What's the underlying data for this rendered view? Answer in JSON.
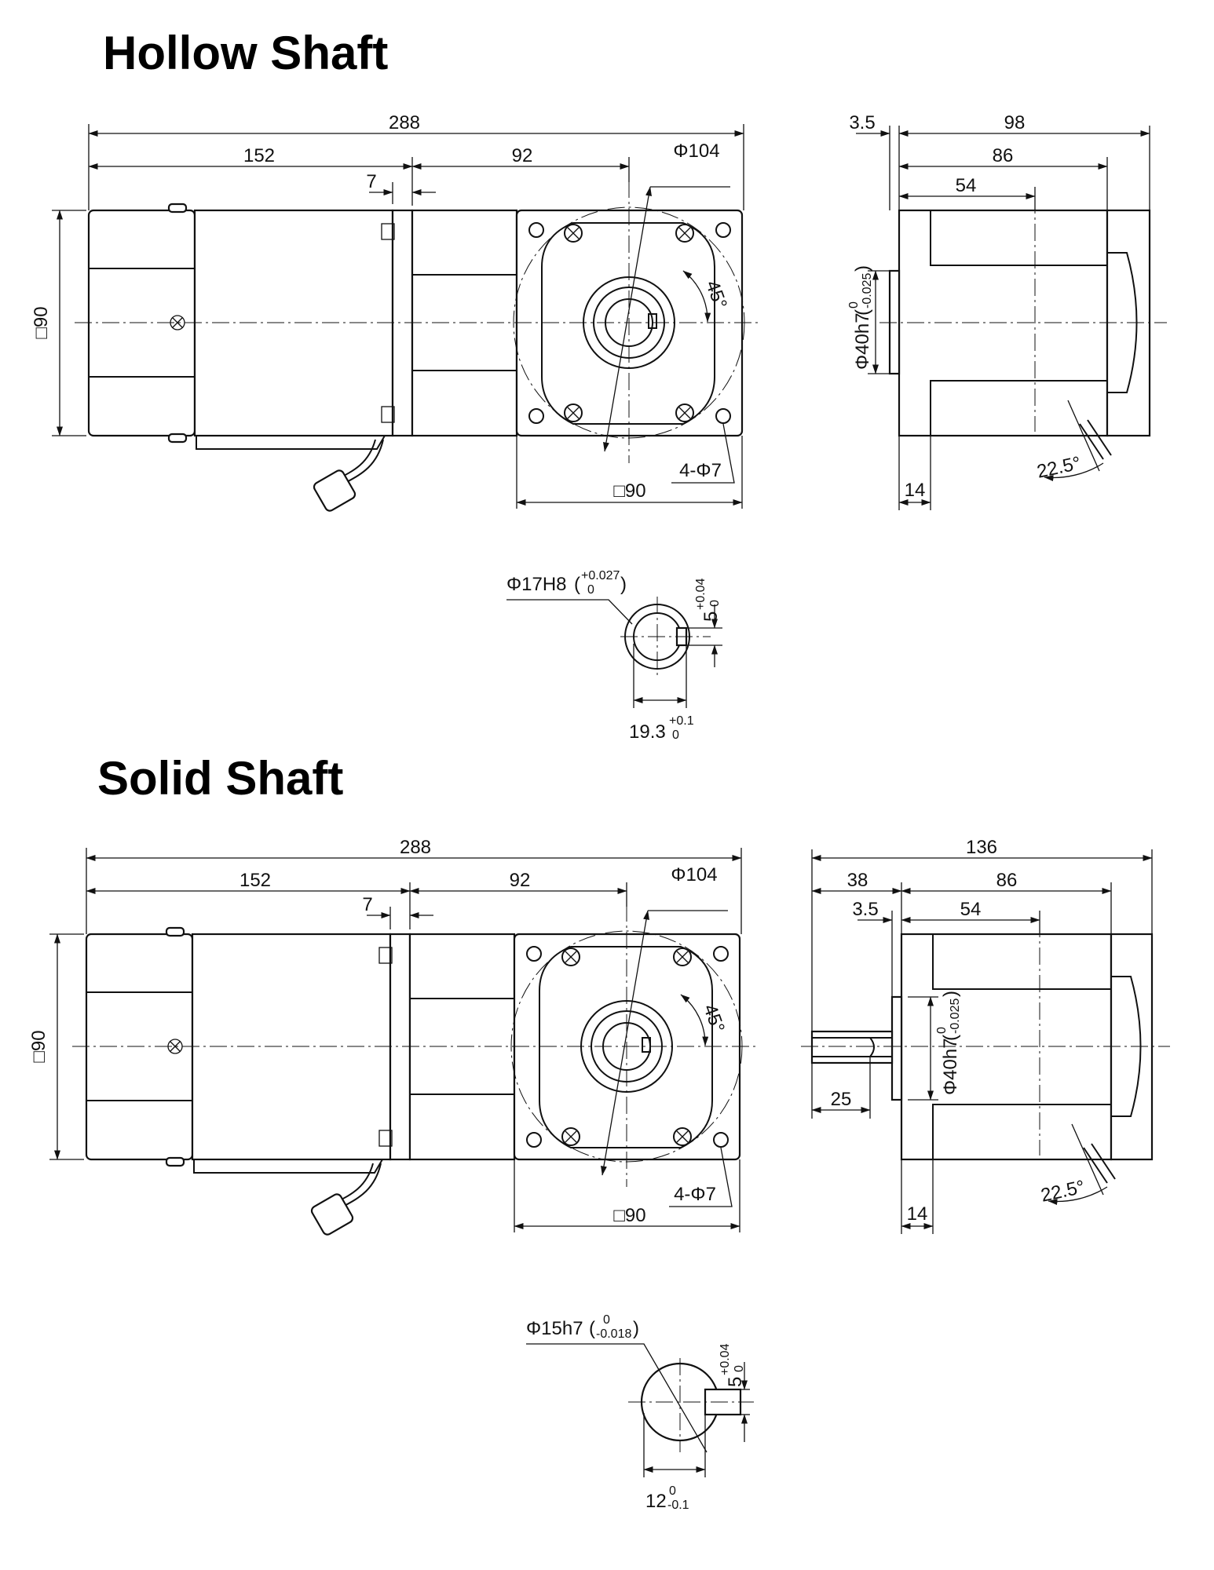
{
  "hollow": {
    "title": "Hollow Shaft",
    "front": {
      "overall": "288",
      "motor": "152",
      "gearbox": "92",
      "flange_gap": "7",
      "pcd": "Φ104",
      "angle": "45°",
      "holes": "4-Φ7",
      "square_side": "□90",
      "square_bottom": "□90"
    },
    "side": {
      "offset": "3.5",
      "width": "98",
      "body": "86",
      "depth": "54",
      "pilot_main": "Φ40h7",
      "pilot_tol_top": "0",
      "pilot_tol_bottom": "-0.025",
      "pilot_len": "14",
      "angle": "22.5°"
    },
    "bore": {
      "dia_main": "Φ17H8",
      "dia_tol_top": "+0.027",
      "dia_tol_bottom": "0",
      "key_main": "5",
      "key_tol_top": "+0.04",
      "key_tol_bottom": "0",
      "depth_main": "19.3",
      "depth_tol_top": "+0.1",
      "depth_tol_bottom": "0"
    }
  },
  "solid": {
    "title": "Solid Shaft",
    "front": {
      "overall": "288",
      "motor": "152",
      "gearbox": "92",
      "flange_gap": "7",
      "pcd": "Φ104",
      "angle": "45°",
      "holes": "4-Φ7",
      "square_side": "□90",
      "square_bottom": "□90"
    },
    "side": {
      "overall": "136",
      "shaft_ext": "38",
      "body": "86",
      "offset": "3.5",
      "depth": "54",
      "shaft_len": "25",
      "pilot_main": "Φ40h7",
      "pilot_tol_top": "0",
      "pilot_tol_bottom": "-0.025",
      "pilot_len": "14",
      "angle": "22.5°"
    },
    "shaft": {
      "dia_main": "Φ15h7",
      "dia_tol_top": "0",
      "dia_tol_bottom": "-0.018",
      "key_main": "5",
      "key_tol_top": "+0.04",
      "key_tol_bottom": "0",
      "flat_main": "12",
      "flat_tol_top": "0",
      "flat_tol_bottom": "-0.1"
    }
  }
}
